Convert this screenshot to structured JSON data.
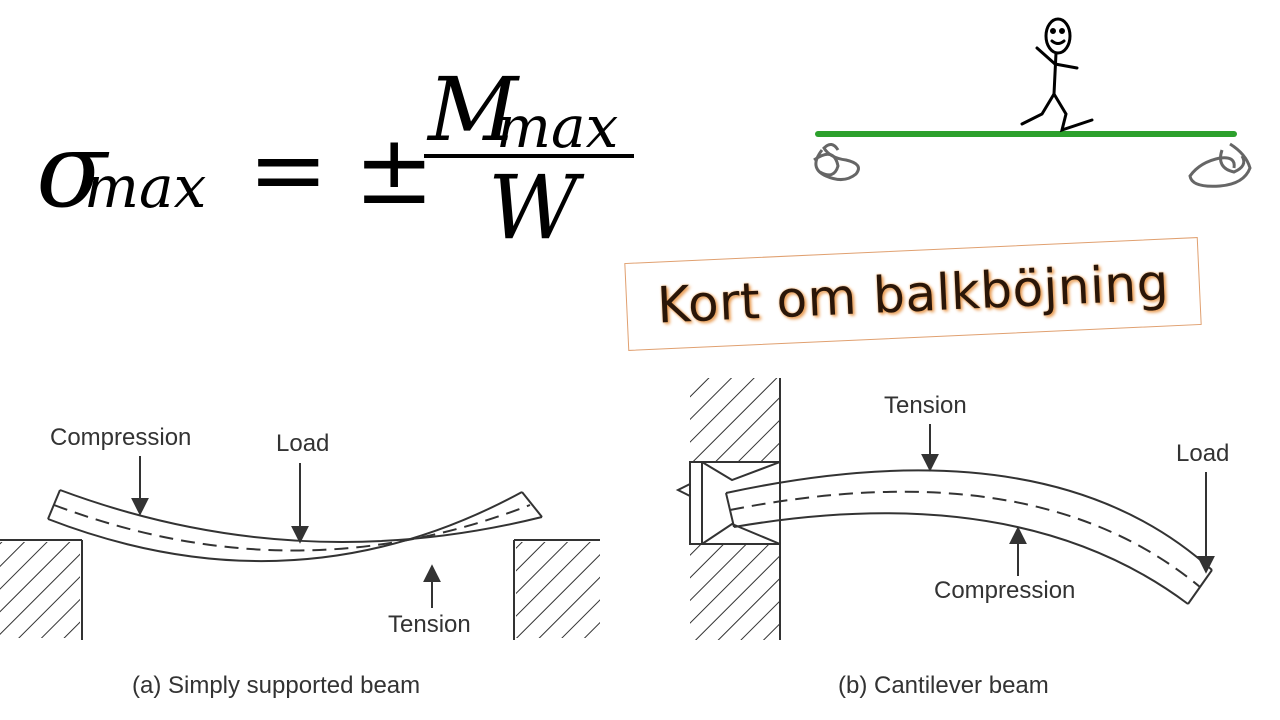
{
  "formula": {
    "lhs_symbol": "σ",
    "lhs_subscript": "max",
    "equals": "=",
    "plus_minus": "±",
    "numerator_symbol": "M",
    "numerator_subscript": "max",
    "denominator": "W"
  },
  "title": "Kort om balkböjning",
  "beam_colors": {
    "plank": "#2ca02c",
    "stick_figure": "#000000",
    "supports": "#666666"
  },
  "diagram_a": {
    "caption": "(a) Simply supported beam",
    "labels": {
      "compression": "Compression",
      "load": "Load",
      "tension": "Tension"
    }
  },
  "diagram_b": {
    "caption": "(b) Cantilever beam",
    "labels": {
      "tension": "Tension",
      "compression": "Compression",
      "load": "Load"
    }
  }
}
